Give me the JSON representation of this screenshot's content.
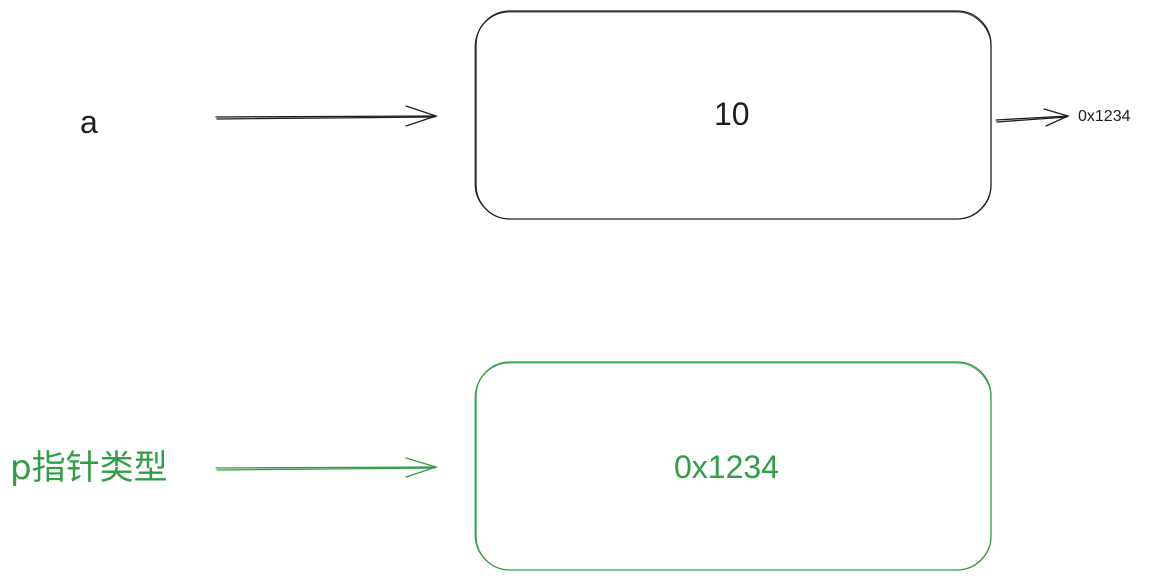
{
  "colors": {
    "ink": "#1e1e1e",
    "green": "#2f9e44",
    "background": "#ffffff"
  },
  "variable_a": {
    "name": "a",
    "value": "10",
    "address": "0x1234"
  },
  "pointer_p": {
    "name": "p指针类型",
    "value": "0x1234"
  }
}
